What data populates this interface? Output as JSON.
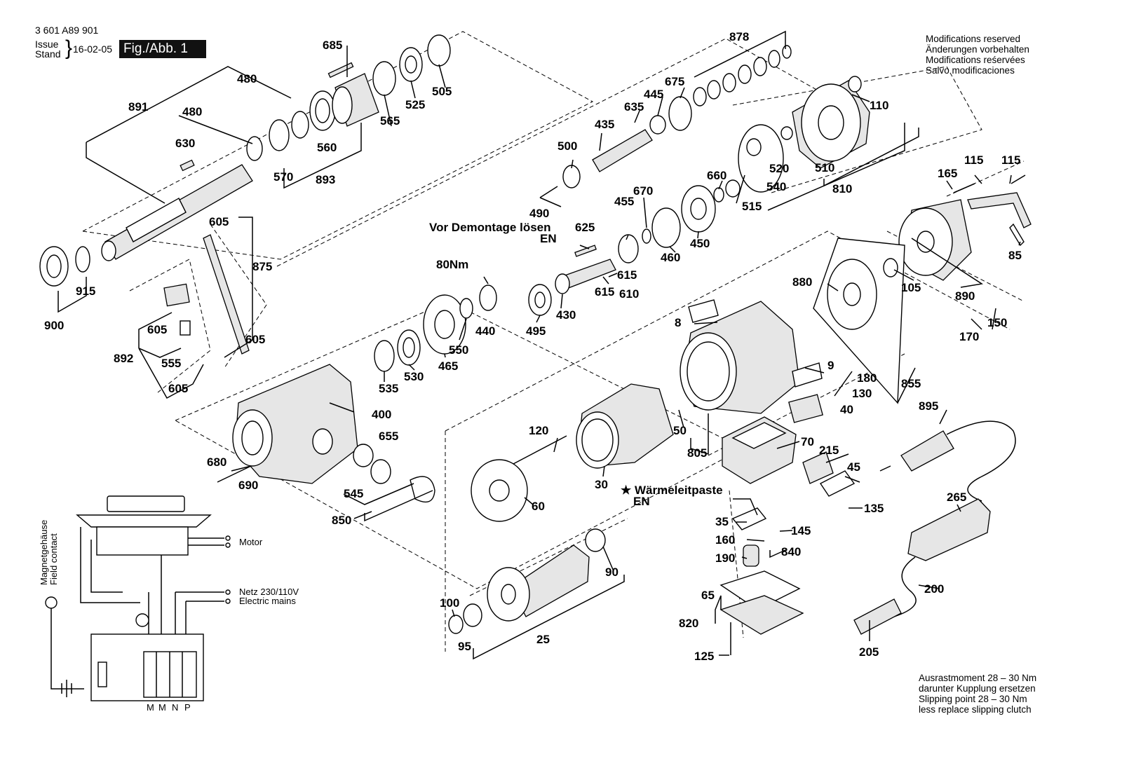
{
  "header": {
    "drawing_number": "3 601 A89 901",
    "issue_label": "Issue",
    "stand_label": "Stand",
    "date": "16-02-05",
    "figure": "Fig./Abb. 1"
  },
  "modifications_note": [
    "Modifications reserved",
    "Änderungen vorbehalten",
    "Modifications reśervées",
    "Salvo modificaciones"
  ],
  "clutch_note": [
    "Ausrastmoment 28 – 30 Nm",
    "darunter Kupplung ersetzen",
    "Slipping point 28 – 30 Nm",
    "less replace slipping clutch"
  ],
  "annotations": {
    "disassembly": "Vor Demontage lösen",
    "disassembly_lang": "EN",
    "torque": "80Nm",
    "thermal_paste": "★ Wärmeleitpaste",
    "thermal_paste_lang": "EN"
  },
  "wiring": {
    "motor": "Motor",
    "mains_1": "Netz 230/110V",
    "mains_2": "Electric mains",
    "field_contact_1": "Magnetgehäuse",
    "field_contact_2": "Field contact",
    "terminals": [
      "M",
      "M",
      "N",
      "P"
    ]
  },
  "part_labels": [
    "891",
    "480",
    "480",
    "630",
    "570",
    "893",
    "560",
    "565",
    "525",
    "505",
    "685",
    "915",
    "900",
    "605",
    "875",
    "605",
    "892",
    "555",
    "605",
    "605",
    "400",
    "680",
    "690",
    "655",
    "545",
    "850",
    "535",
    "530",
    "465",
    "550",
    "440",
    "80Nm",
    "495",
    "430",
    "615",
    "615",
    "610",
    "625",
    "490",
    "500",
    "435",
    "635",
    "445",
    "675",
    "878",
    "455",
    "670",
    "460",
    "450",
    "660",
    "515",
    "540",
    "520",
    "510",
    "810",
    "110",
    "165",
    "115",
    "115",
    "85",
    "890",
    "105",
    "880",
    "150",
    "170",
    "8",
    "9",
    "180",
    "130",
    "855",
    "40",
    "50",
    "805",
    "70",
    "215",
    "45",
    "135",
    "120",
    "30",
    "60",
    "35",
    "145",
    "160",
    "840",
    "190",
    "65",
    "820",
    "125",
    "90",
    "100",
    "95",
    "25",
    "895",
    "265",
    "200",
    "205"
  ]
}
